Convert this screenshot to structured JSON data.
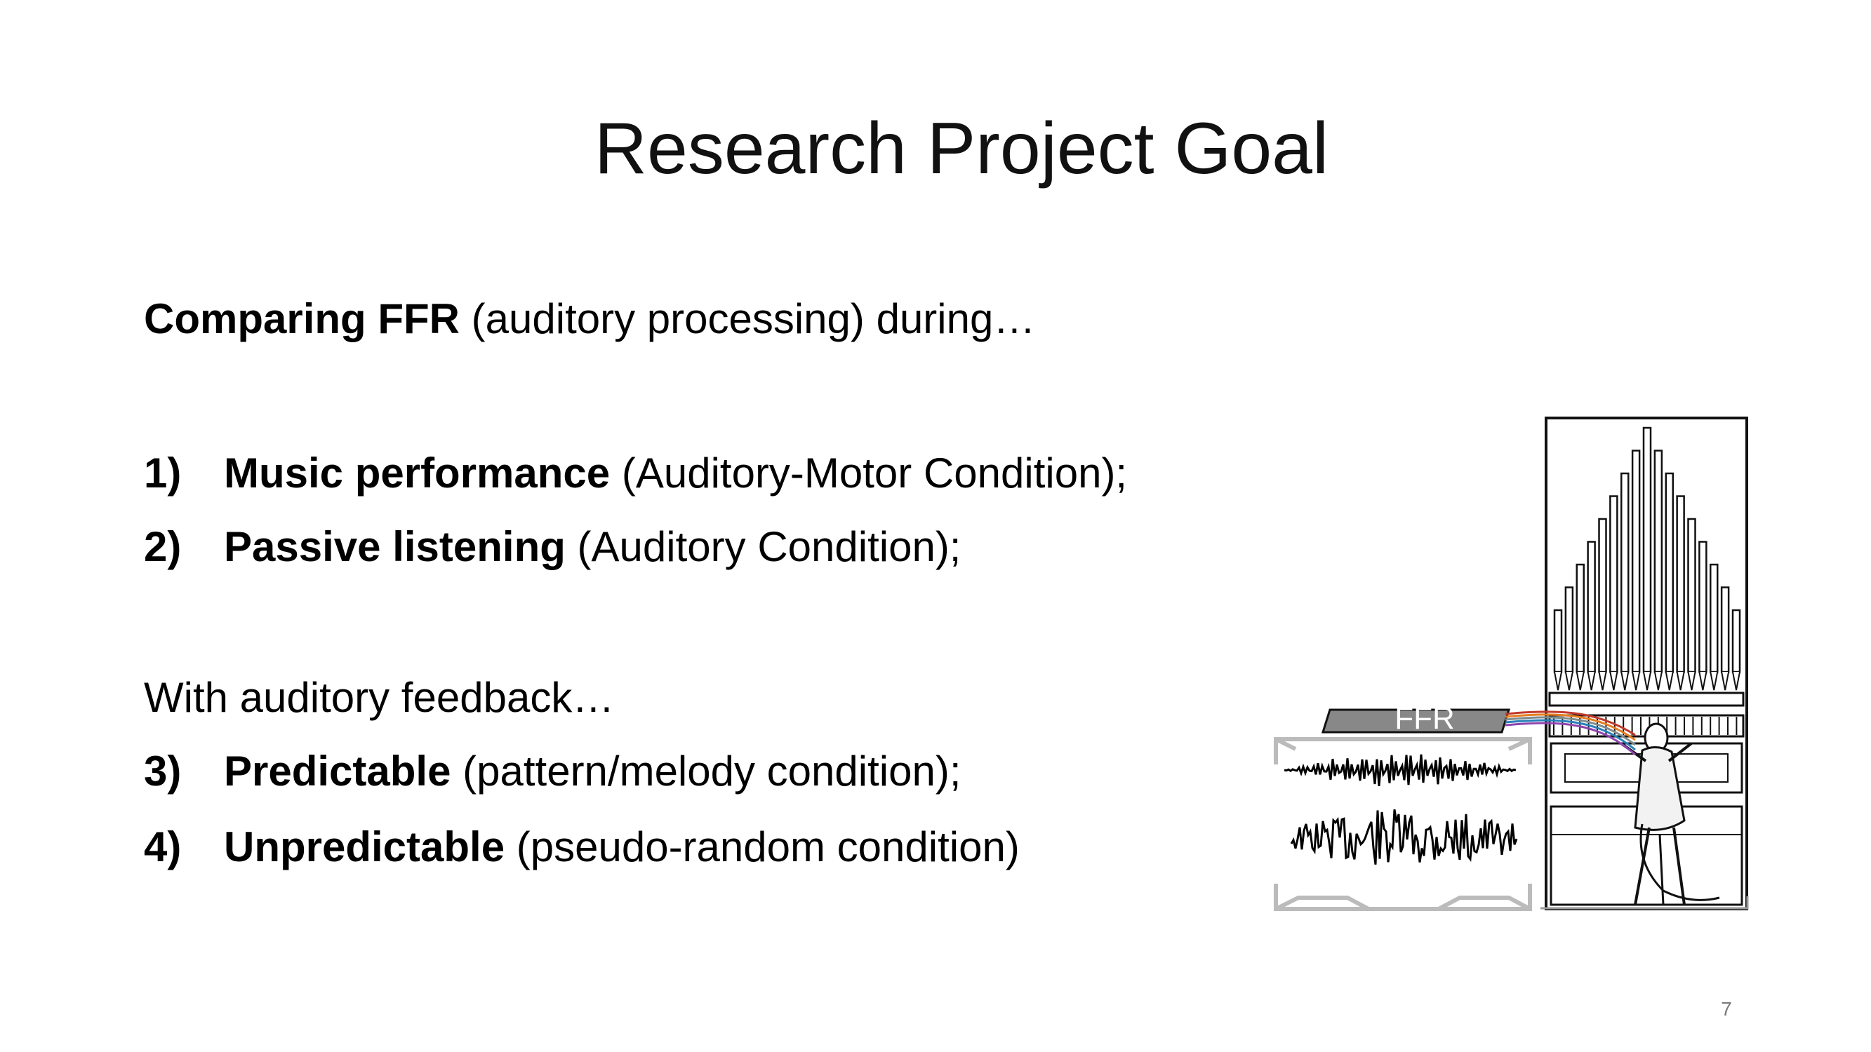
{
  "slide": {
    "title": "Research Project Goal",
    "intro": {
      "bold": "Comparing FFR",
      "rest": " (auditory processing) during…"
    },
    "items_a": [
      {
        "number": "1)",
        "bold": "Music performance",
        "rest": " (Auditory-Motor Condition);"
      },
      {
        "number": "2)",
        "bold": "Passive listening",
        "rest": " (Auditory Condition);"
      }
    ],
    "feedback_line": "With auditory feedback…",
    "items_b": [
      {
        "number": "3)",
        "bold": "Predictable",
        "rest": " (pattern/melody condition);"
      },
      {
        "number": "4)",
        "bold": "Unpredictable",
        "rest": " (pseudo-random condition)"
      }
    ],
    "figure": {
      "ffr_label": "FFR",
      "wire_colors": [
        "#c0392b",
        "#e67e22",
        "#7f8c8d",
        "#2980b9",
        "#8e44ad"
      ]
    },
    "page_number": "7"
  }
}
